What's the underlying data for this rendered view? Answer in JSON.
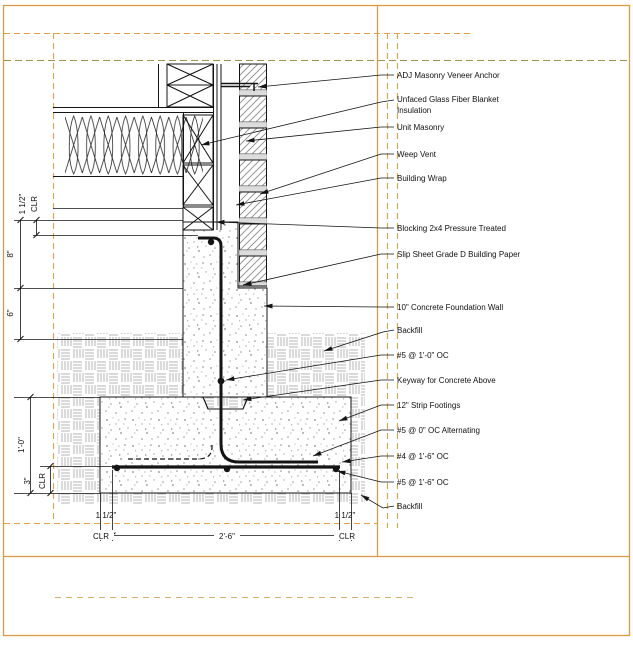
{
  "drawing": {
    "labels": [
      {
        "text": "ADJ Masonry Veneer Anchor"
      },
      {
        "text": "Unfaced Glass Fiber Blanket",
        "text2": "Insulation"
      },
      {
        "text": "Unit Masonry"
      },
      {
        "text": "Weep Vent"
      },
      {
        "text": "Building Wrap"
      },
      {
        "text": "Blocking 2x4 Pressure Treated"
      },
      {
        "text": "Slip Sheet Grade D Building Paper"
      },
      {
        "text": "10\" Concrete Foundation Wall"
      },
      {
        "text": "Backfill"
      },
      {
        "text": "#5 @ 1'-0\" OC"
      },
      {
        "text": "Keyway for Concrete Above"
      },
      {
        "text": "12\" Strip Footings"
      },
      {
        "text": "#5 @ 0\" OC Alternating"
      },
      {
        "text": "#4 @ 1'-6\" OC"
      },
      {
        "text": "#5 @ 1'-6\" OC"
      },
      {
        "text": "Backfill"
      }
    ],
    "dims_left": {
      "clr_top_a": "1 1/2\"",
      "clr_top_b": "CLR",
      "h8": "8\"",
      "h6": "6\"",
      "h12": "1'-0\"",
      "clr_bot_a": "3\"",
      "clr_bot_b": "CLR"
    },
    "dims_bottom": {
      "clr_left_a": "1 1/2\"",
      "clr_left_b": "CLR",
      "width": "2'-6\"",
      "clr_right_a": "1 1/2\"",
      "clr_right_b": "CLR"
    },
    "colors": {
      "frame_orange": "#D99C42",
      "dashed_orange": "#E5A043",
      "dashed_olive": "#A09349",
      "dashed_tan": "#D6B26F",
      "line_black": "#141414"
    }
  }
}
